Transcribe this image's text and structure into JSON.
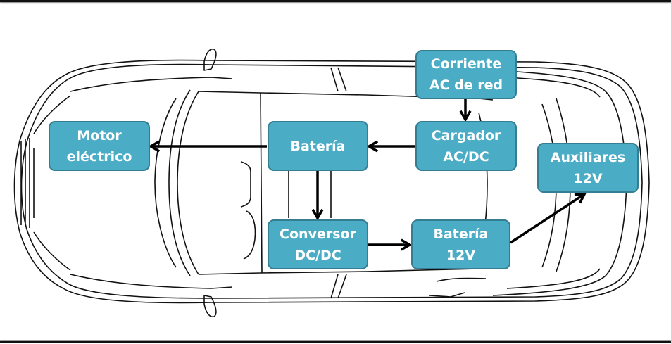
{
  "diagram": {
    "title": "",
    "background": "car-top-view-outline",
    "box_color": "#4BACC6",
    "box_border_color": "#357D91",
    "nodes": [
      {
        "id": "corriente",
        "lines": [
          "Corriente",
          "AC de red"
        ]
      },
      {
        "id": "cargador",
        "lines": [
          "Cargador",
          "AC/DC"
        ]
      },
      {
        "id": "bateria",
        "lines": [
          "Batería"
        ]
      },
      {
        "id": "motor",
        "lines": [
          "Motor",
          "eléctrico"
        ]
      },
      {
        "id": "conversor",
        "lines": [
          "Conversor",
          "DC/DC"
        ]
      },
      {
        "id": "bateria12",
        "lines": [
          "Batería",
          "12V"
        ]
      },
      {
        "id": "auxiliares",
        "lines": [
          "Auxiliares",
          "12V"
        ]
      }
    ],
    "edges": [
      {
        "from": "corriente",
        "to": "cargador"
      },
      {
        "from": "cargador",
        "to": "bateria"
      },
      {
        "from": "bateria",
        "to": "motor"
      },
      {
        "from": "bateria",
        "to": "conversor"
      },
      {
        "from": "conversor",
        "to": "bateria12"
      },
      {
        "from": "bateria12",
        "to": "auxiliares"
      }
    ]
  }
}
